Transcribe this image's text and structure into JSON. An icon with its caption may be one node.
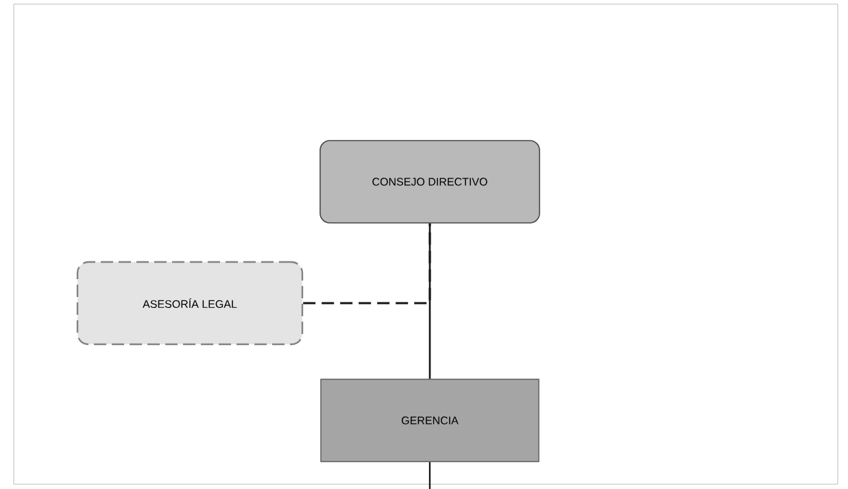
{
  "diagram": {
    "nodes": [
      {
        "text": [
          "CONSEJO DIRECTIVO"
        ]
      },
      {
        "text": [
          "ASESORÍA LEGAL"
        ]
      },
      {
        "text": [
          "GERENCIA"
        ]
      }
    ],
    "edges": [
      {
        "from": 0,
        "to": 2,
        "arrow": "none"
      },
      {
        "from": 1,
        "to": 0,
        "arrow": "none",
        "style": "dashed"
      },
      {
        "from": 2,
        "to": null,
        "arrow": "none"
      }
    ]
  }
}
